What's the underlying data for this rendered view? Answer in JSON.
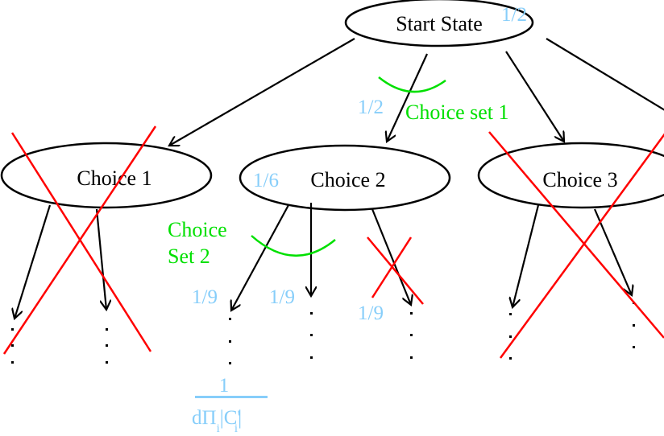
{
  "colors": {
    "probability": "#87cefa",
    "choice_set": "#00e000",
    "pruned": "#ff0000",
    "node": "#000000"
  },
  "nodes": {
    "start": {
      "label": "Start State",
      "prob": "1/2"
    },
    "choice1": {
      "label": "Choice 1"
    },
    "choice2": {
      "label": "Choice 2",
      "prob": "1/6"
    },
    "choice3": {
      "label": "Choice 3"
    }
  },
  "choice_set_1": {
    "label": "Choice set 1",
    "prob": "1/2"
  },
  "choice_set_2": {
    "line1": "Choice",
    "line2": "Set 2"
  },
  "leaf_probs": [
    "1/9",
    "1/9",
    "1/9"
  ],
  "formula": {
    "numerator": "1",
    "denominator": "dΠ",
    "sub1": "i",
    "mid": "|C'",
    "sub2": "i",
    "end": "|"
  }
}
